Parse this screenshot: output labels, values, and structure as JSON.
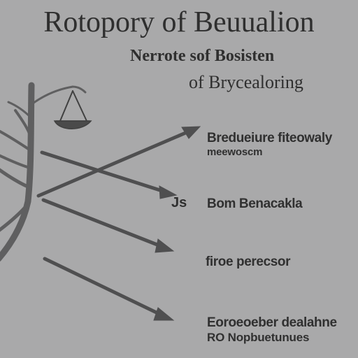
{
  "header": {
    "title": "Rotopory of Beuualion",
    "subtitle_1": "Nerrote sof Bosisten",
    "subtitle_2": "of Brycealoring"
  },
  "labels": [
    {
      "line1": "Bredueiure fiteowaly",
      "line2": "meewoscm"
    },
    {
      "line1": "Bom Benacakla",
      "line2": ""
    },
    {
      "line1": "firoe perecsor",
      "line2": ""
    },
    {
      "line1": "Eoroeoeber dealahne",
      "line2": "RO Nopbuetunues"
    }
  ],
  "marker": "Js",
  "colors": {
    "background": "#a9a9aa",
    "ink": "#333333",
    "tree": "#5f5f60"
  },
  "icons": {
    "tree": "bare-tree-icon",
    "scale": "balance-scale-icon"
  }
}
